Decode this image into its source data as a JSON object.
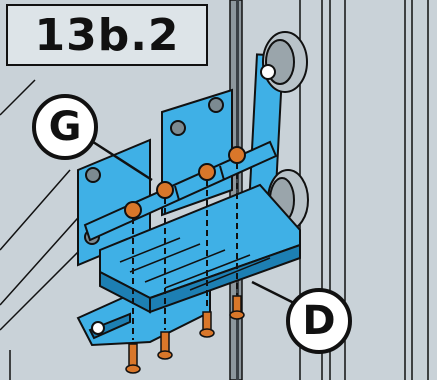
{
  "step": {
    "label": "13b.2"
  },
  "callouts": [
    {
      "id": "g",
      "label": "G"
    },
    {
      "id": "d",
      "label": "D"
    }
  ],
  "colors": {
    "background": "#c9d2d8",
    "bracket": "#3fb0e6",
    "bracket_dark": "#1d7fb3",
    "bolt": "#d9772a",
    "outline": "#111111"
  }
}
